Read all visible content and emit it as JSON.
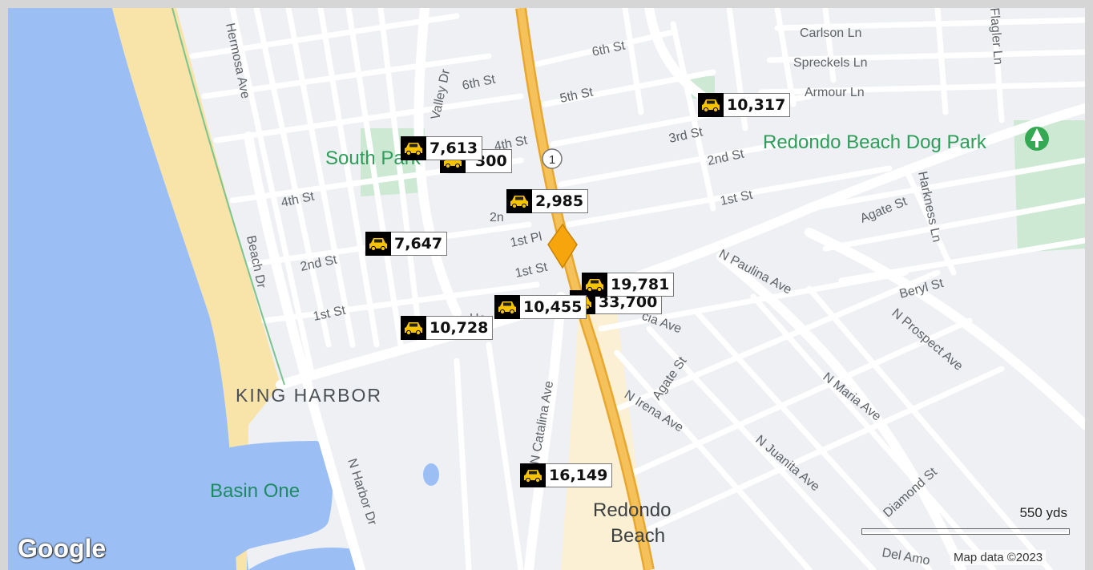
{
  "map": {
    "streets": [
      "Hermosa Ave",
      "Valley Dr",
      "6th St",
      "6th St",
      "5th St",
      "4th St",
      "3rd St",
      "2nd St",
      "1st St",
      "4th St",
      "2nd St",
      "1st St",
      "Beach Dr",
      "1st Pl",
      "1st St",
      "2n",
      "St",
      "He",
      "N Catalina Ave",
      "Agate St",
      "N Irena Ave",
      "N Juanita Ave",
      "N Maria Ave",
      "N Paulina Ave",
      "Beryl St",
      "N Prospect Ave",
      "Agate St",
      "Harkness Ln",
      "Carlson Ln",
      "Spreckels Ln",
      "Armour Ln",
      "Flagler Ln",
      "N Harbor Dr",
      "Diamond St",
      "Del Amo",
      "cia Ave"
    ],
    "route_shield": "1",
    "parks": [
      "South Park",
      "Redondo Beach Dog Park"
    ],
    "water": [
      "Basin One"
    ],
    "area": "KING HARBOR",
    "city": [
      "Redondo",
      "Beach"
    ],
    "colors": {
      "ocean": "#9bbff4",
      "sand": "#f8e3a8",
      "land": "#eef0f3",
      "road": "#ffffff",
      "highway": "#f5b94a",
      "park": "#cde9d3",
      "marker": "#f7a50d"
    }
  },
  "traffic_counts": [
    {
      "value": "7,613"
    },
    {
      "value": "300"
    },
    {
      "value": "10,317"
    },
    {
      "value": "2,985"
    },
    {
      "value": "7,647"
    },
    {
      "value": "19,781"
    },
    {
      "value": "33,700"
    },
    {
      "value": "10,455"
    },
    {
      "value": "10,728"
    },
    {
      "value": "16,149"
    }
  ],
  "icons": {
    "traffic_count": "car-icon",
    "selected_location": "diamond-marker-icon",
    "park": "tree-icon"
  },
  "attribution": {
    "logo": "Google",
    "copyright": "Map data ©2023"
  },
  "scale": {
    "label": "550 yds"
  }
}
